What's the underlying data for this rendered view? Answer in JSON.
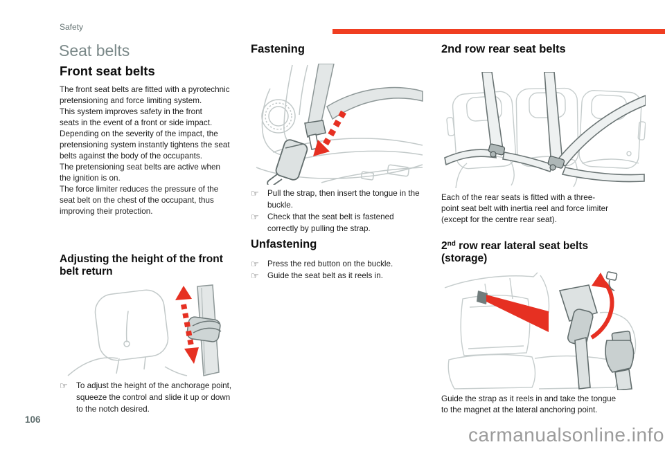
{
  "page": {
    "header_label": "Safety",
    "page_number": "106",
    "watermark": "carmanualsonline.info"
  },
  "colors": {
    "accent_bar": "#f03e21",
    "arrow_red": "#e63022",
    "heading_slate": "#7a8888",
    "page_number_gray": "#5e6d6d"
  },
  "glyphs": {
    "pointer": "☞"
  },
  "left_column": {
    "section_title": "Seat belts",
    "subsection_title": "Front seat belts",
    "body": "The front seat belts are fitted with a pyrotechnic\npretensioning and force limiting system.\nThis system improves safety in the front\nseats in the event of a front or side impact.\nDepending on the severity of the impact, the\npretensioning system instantly tightens the seat\nbelts against the body of the occupants.\nThe pretensioning seat belts are active when\nthe ignition is on.\nThe force limiter reduces the pressure of the\nseat belt on the chest of the occupant, thus\nimproving their protection.",
    "adjust_heading": "Adjusting the height of the front\nbelt return",
    "adjust_bullet": "To adjust the height of the anchorage point,\nsqueeze the control and slide it up or down\nto the notch desired."
  },
  "middle_column": {
    "fastening_heading": "Fastening",
    "fastening_bullets": [
      "Pull the strap, then insert the tongue in the\nbuckle.",
      "Check that the seat belt is fastened\ncorrectly by pulling the strap."
    ],
    "unfastening_heading": "Unfastening",
    "unfastening_bullets": [
      "Press the red button on the buckle.",
      "Guide the seat belt as it reels in."
    ]
  },
  "right_column": {
    "rear_heading": "2nd row rear seat belts",
    "rear_caption": "Each of the rear seats is fitted with a three-\npoint seat belt with inertia reel and force limiter\n(except for the centre rear seat).",
    "lateral_heading_num": "2",
    "lateral_heading_sup": "nd",
    "lateral_heading_rest": " row rear lateral seat belts",
    "lateral_heading_line2": "(storage)",
    "lateral_caption": "Guide the strap as it reels in and take the tongue\nto the magnet at the lateral anchoring point."
  }
}
